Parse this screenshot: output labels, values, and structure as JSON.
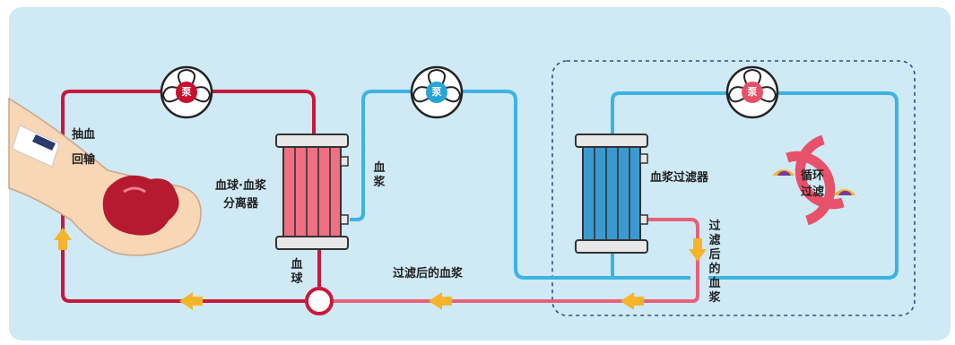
{
  "labels": {
    "draw_blood": "抽血",
    "return_blood": "回输",
    "separator": "血球·血浆\n分离器",
    "plasma": "血浆",
    "blood_cells": "血球",
    "plasma_filter": "血浆过滤器",
    "filtered_plasma_h": "过滤后的血浆",
    "filtered_plasma_v": "过滤后的血浆",
    "circulation": "循环\n过滤"
  },
  "pumps": [
    {
      "label": "泵",
      "color": "#c8102e"
    },
    {
      "label": "泵",
      "color": "#29a3d6"
    },
    {
      "label": "泵",
      "color": "#e8516a"
    }
  ],
  "colors": {
    "background": "#cfe9f5",
    "blood_line": "#c8193c",
    "plasma_line": "#3db3e0",
    "filtered_line": "#e8607a",
    "arrow": "#f5b42a",
    "dash_box": "#3a4a8a"
  }
}
